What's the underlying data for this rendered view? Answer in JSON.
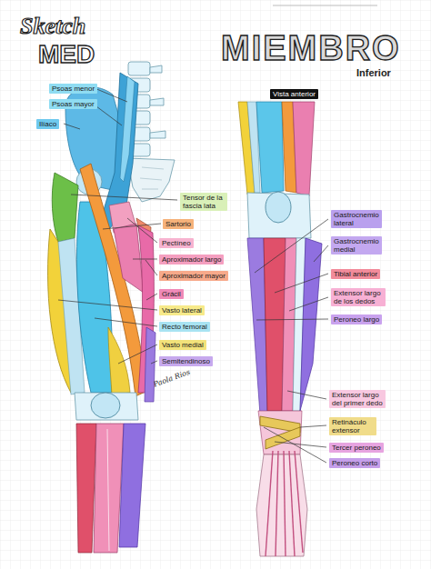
{
  "diagram": {
    "title": "MIEMBRO",
    "nodes": [
      {
        "text": [
          "Vista anterior"
        ]
      },
      {
        "text": [
          "Psoas menor"
        ]
      },
      {
        "text": [
          "Psoas mayor"
        ]
      },
      {
        "text": [
          "Ilíaco"
        ]
      },
      {
        "text": [
          "Tensor de la fascia lata"
        ]
      },
      {
        "text": [
          "Sartorio"
        ]
      },
      {
        "text": [
          "Gastrocnemio lateral"
        ]
      },
      {
        "text": [
          "Pectíneo"
        ]
      },
      {
        "text": [
          "Gastrocnemio medial"
        ]
      },
      {
        "text": [
          "Aproximador largo"
        ]
      },
      {
        "text": [
          "Tibial anterior"
        ]
      },
      {
        "text": [
          "Aproximador mayor"
        ]
      },
      {
        "text": [
          "Grácil"
        ]
      },
      {
        "text": [
          "Extensor largo de los dedos"
        ]
      },
      {
        "text": [
          "Vasto lateral"
        ]
      },
      {
        "text": [
          "Peroneo largo"
        ]
      },
      {
        "text": [
          "Recto femoral"
        ]
      },
      {
        "text": [
          "Vasto medial"
        ]
      },
      {
        "text": [
          "Semitendinoso"
        ]
      },
      {
        "text": [
          "Extensor largo del primer dedo"
        ]
      },
      {
        "text": [
          "Retináculo extensor"
        ]
      },
      {
        "text": [
          "Tercer peroneo"
        ]
      },
      {
        "text": [
          "Peroneo corto"
        ]
      }
    ],
    "labels": [
      "Sketch",
      "MED",
      "Inferior",
      "Paola Rios"
    ]
  }
}
